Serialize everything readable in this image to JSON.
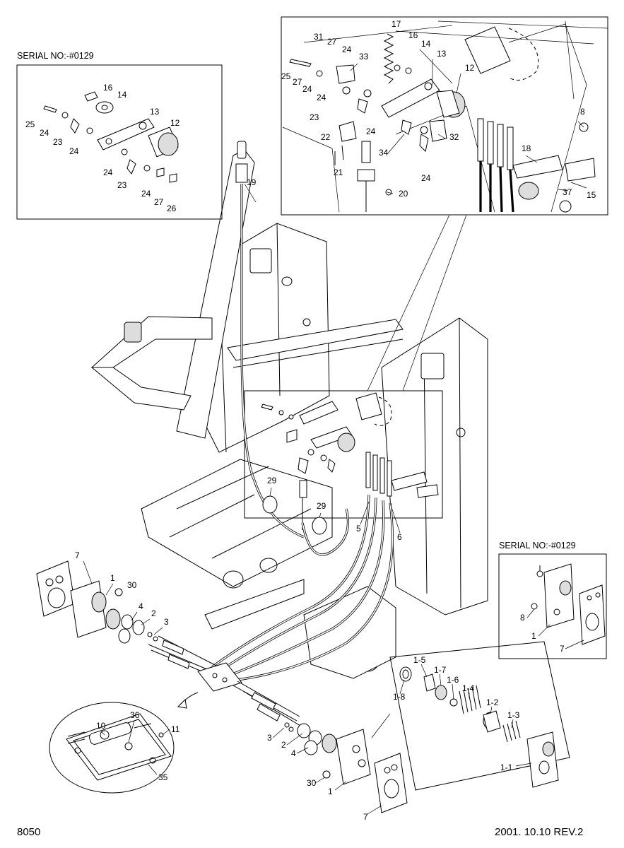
{
  "page": {
    "page_number": "8050",
    "revision": "2001. 10.10  REV.2"
  },
  "insets": {
    "serial_top": "SERIAL NO:-#0129",
    "serial_right": "SERIAL NO:-#0129"
  },
  "callouts": {
    "i_25": "25",
    "i_24a": "24",
    "i_23a": "23",
    "i_24b": "24",
    "i_16": "16",
    "i_14": "14",
    "i_13": "13",
    "i_12": "12",
    "i_24c": "24",
    "i_23b": "23",
    "i_24d": "24",
    "i_27": "27",
    "i_26": "26",
    "d_31": "31",
    "d_27a": "27",
    "d_24a": "24",
    "d_17": "17",
    "d_16": "16",
    "d_14": "14",
    "d_13": "13",
    "d_12": "12",
    "d_33": "33",
    "d_25": "25",
    "d_27b": "27",
    "d_24b": "24",
    "d_24c": "24",
    "d_23": "23",
    "d_24d": "24",
    "d_8": "8",
    "d_22": "22",
    "d_21": "21",
    "d_34": "34",
    "d_32": "32",
    "d_18": "18",
    "d_24e": "24",
    "d_20": "20",
    "d_37": "37",
    "d_15": "15",
    "m_19": "19",
    "m_29a": "29",
    "m_29b": "29",
    "m_5": "5",
    "m_6": "6",
    "m_7a": "7",
    "m_1a": "1",
    "m_30a": "30",
    "m_4a": "4",
    "m_2a": "2",
    "m_3a": "3",
    "m_3b": "3",
    "m_2b": "2",
    "m_4b": "4",
    "m_30b": "30",
    "m_1b": "1",
    "m_7b": "7",
    "p_10": "10",
    "p_36": "36",
    "p_11": "11",
    "p_35": "35",
    "r_8": "8",
    "r_1": "1",
    "r_7": "7",
    "e_1_5": "1-5",
    "e_1_7": "1-7",
    "e_1_6": "1-6",
    "e_1_4": "1-4",
    "e_1_2": "1-2",
    "e_1_3": "1-3",
    "e_1_8": "1-8",
    "e_1_1": "1-1"
  }
}
